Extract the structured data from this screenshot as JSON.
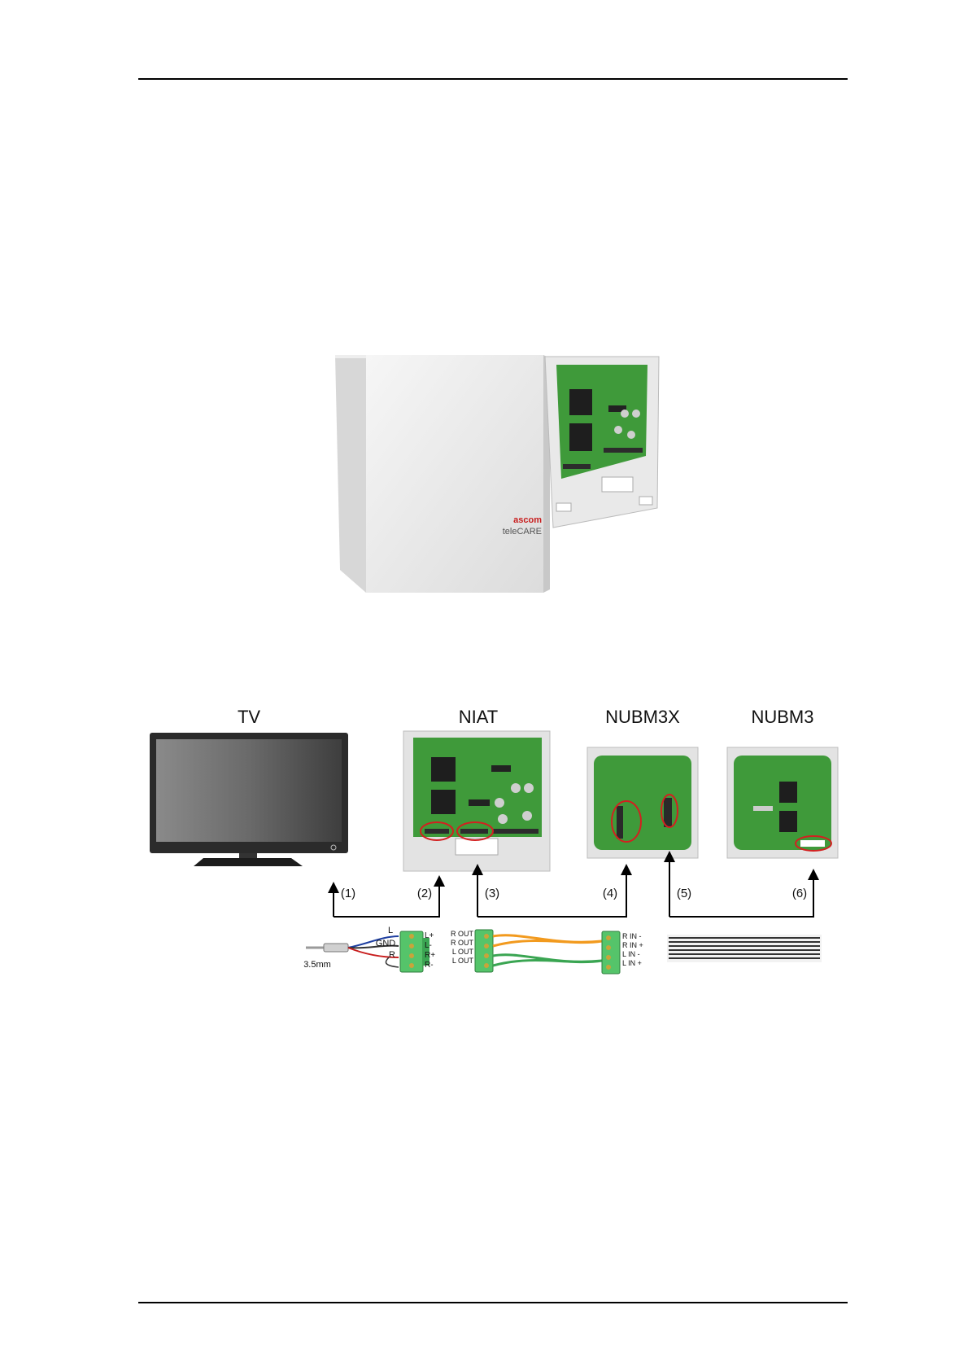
{
  "product_photo": {
    "brand_logo": "ascom",
    "brand_name": "teleCARE"
  },
  "diagram": {
    "devices": {
      "tv": "TV",
      "niat": "NIAT",
      "nubm3x": "NUBM3X",
      "nubm3": "NUBM3"
    },
    "connection_numbers": [
      "(1)",
      "(2)",
      "(3)",
      "(4)",
      "(5)",
      "(6)"
    ],
    "jack_cable": {
      "jack_size": "3.5mm",
      "wire_labels": [
        "L",
        "GND",
        "R"
      ],
      "terminal_labels": [
        "L+",
        "L-",
        "R+",
        "R-"
      ]
    },
    "audio_cable": {
      "left_terminals": [
        "R OUT",
        "R OUT",
        "L OUT",
        "L OUT"
      ],
      "right_terminals": [
        "R IN -",
        "R IN +",
        "L IN -",
        "L IN +"
      ]
    },
    "colors": {
      "pcb_green": "#3f9a3a",
      "highlight_red": "#d32020",
      "case_grey": "#e4e4e4"
    }
  }
}
